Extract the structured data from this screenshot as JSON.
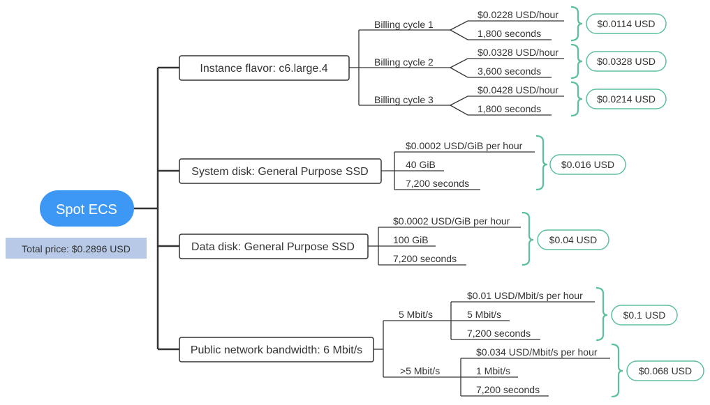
{
  "root": {
    "label": "Spot ECS",
    "total": "Total price: $0.2896 USD"
  },
  "colors": {
    "root_fill": "#3d98f5",
    "total_fill": "#b7c9e6",
    "brace": "#5cbf9e",
    "line": "#333333"
  },
  "instance": {
    "label": "Instance flavor: c6.large.4",
    "cycles": [
      {
        "label": "Billing cycle 1",
        "price": "$0.0228 USD/hour",
        "duration": "1,800 seconds",
        "result": "$0.0114 USD"
      },
      {
        "label": "Billing cycle 2",
        "price": "$0.0328 USD/hour",
        "duration": "3,600 seconds",
        "result": "$0.0328 USD"
      },
      {
        "label": "Billing cycle 3",
        "price": "$0.0428 USD/hour",
        "duration": "1,800 seconds",
        "result": "$0.0214 USD"
      }
    ]
  },
  "system_disk": {
    "label": "System disk: General Purpose SSD",
    "price": "$0.0002 USD/GiB per hour",
    "size": "40 GiB",
    "duration": "7,200 seconds",
    "result": "$0.016 USD"
  },
  "data_disk": {
    "label": "Data disk: General Purpose SSD",
    "price": "$0.0002 USD/GiB per hour",
    "size": "100 GiB",
    "duration": "7,200 seconds",
    "result": "$0.04 USD"
  },
  "bandwidth": {
    "label": "Public network bandwidth: 6 Mbit/s",
    "tiers": [
      {
        "label": "5 Mbit/s",
        "price": "$0.01 USD/Mbit/s per hour",
        "amount": "5 Mbit/s",
        "duration": "7,200 seconds",
        "result": "$0.1 USD"
      },
      {
        "label": ">5 Mbit/s",
        "price": "$0.034 USD/Mbit/s per hour",
        "amount": "1 Mbit/s",
        "duration": "7,200 seconds",
        "result": "$0.068 USD"
      }
    ]
  }
}
